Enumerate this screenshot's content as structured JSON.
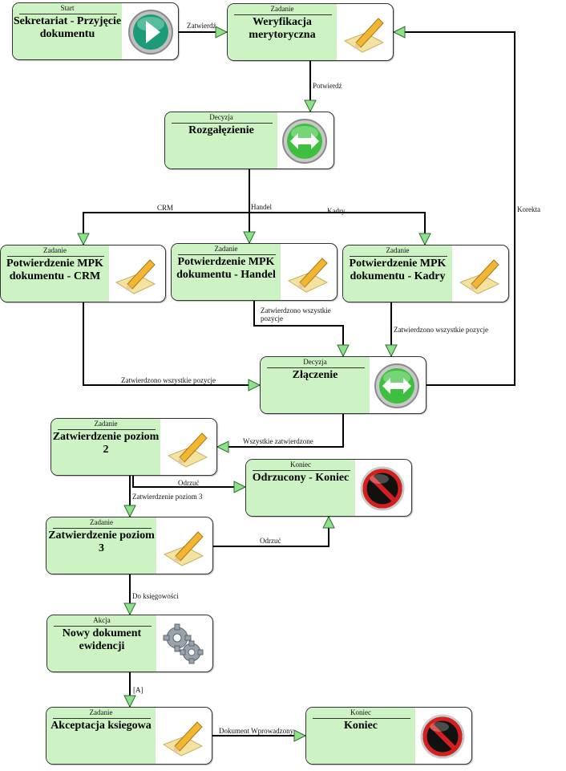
{
  "colors": {
    "node_fill": "#cdf3c4",
    "node_border": "#333333",
    "arrow_head": "#8fe08a",
    "line": "#000000"
  },
  "nodes": {
    "start": {
      "kind": "Start",
      "title": "Sekretariat - Przyjęcie dokumentu",
      "icon": "play-icon"
    },
    "weryfikacja": {
      "kind": "Zadanie",
      "title": "Weryfikacja merytoryczna",
      "icon": "pencil-paper-icon"
    },
    "rozgalezienie": {
      "kind": "Decyzja",
      "title": "Rozgałęzienie",
      "icon": "double-arrow-icon"
    },
    "mpk_crm": {
      "kind": "Zadanie",
      "title": "Potwierdzenie MPK dokumentu - CRM",
      "icon": "pencil-paper-icon"
    },
    "mpk_handel": {
      "kind": "Zadanie",
      "title": "Potwierdzenie MPK dokumentu - Handel",
      "icon": "pencil-paper-icon"
    },
    "mpk_kadry": {
      "kind": "Zadanie",
      "title": "Potwierdzenie MPK dokumentu - Kadry",
      "icon": "pencil-paper-icon"
    },
    "zlaczenie": {
      "kind": "Decyzja",
      "title": "Złączenie",
      "icon": "double-arrow-icon"
    },
    "poziom2": {
      "kind": "Zadanie",
      "title": "Zatwierdzenie poziom 2",
      "icon": "pencil-paper-icon"
    },
    "odrzucony": {
      "kind": "Koniec",
      "title": "Odrzucony - Koniec",
      "icon": "stop-icon"
    },
    "poziom3": {
      "kind": "Zadanie",
      "title": "Zatwierdzenie poziom 3",
      "icon": "pencil-paper-icon"
    },
    "nowy_dokument": {
      "kind": "Akcja",
      "title": "Nowy dokument ewidencji",
      "icon": "gears-icon"
    },
    "akceptacja": {
      "kind": "Zadanie",
      "title": "Akceptacja ksiegowa",
      "icon": "pencil-paper-icon"
    },
    "koniec": {
      "kind": "Koniec",
      "title": "Koniec",
      "icon": "stop-icon"
    }
  },
  "edge_labels": {
    "zatwierdz": "Zatwierdź",
    "potwierdz": "Potwierdź",
    "crm": "CRM",
    "handel": "Handel",
    "kadry": "Kadry",
    "korekta": "Korekta",
    "handel_zatw": "Zatwierdzono wszystkie pozycje",
    "kadry_zatw": "Zatwierdzono wszystkie pozycje",
    "crm_zatw": "Zatwierdzono wszystkie pozycje",
    "wszystkie": "Wszystkie zatwierdzone",
    "odrzuc_2": "Odrzuć",
    "zatw_poziom3": "Zatwierdzenie poziom 3",
    "odrzuc_3": "Odrzuć",
    "do_ksiegowosci": "Do księgowości",
    "a": "[A]",
    "dokument_wprowadzony": "Dokument Wprowadzony"
  }
}
